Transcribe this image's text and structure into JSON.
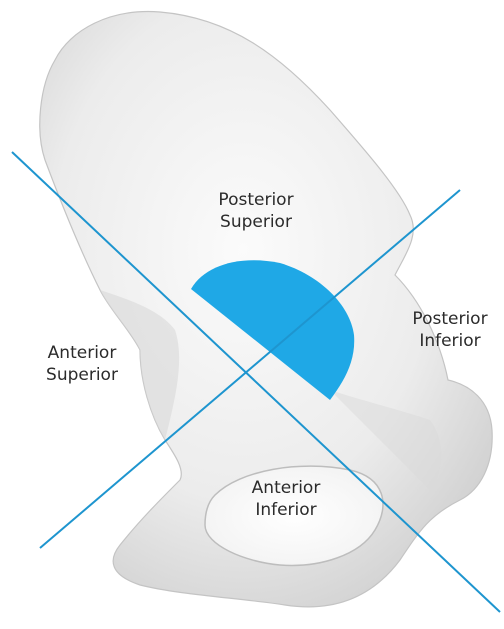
{
  "labels": {
    "posterior_superior": [
      "Posterior",
      "Superior"
    ],
    "anterior_superior": [
      "Anterior",
      "Superior"
    ],
    "posterior_inferior": [
      "Posterior",
      "Inferior"
    ],
    "anterior_inferior": [
      "Anterior",
      "Inferior"
    ]
  },
  "colors": {
    "bone": "#efefef",
    "bone_shadow": "#cfcfcf",
    "acetabulum_highlight": "#1fa8e6",
    "axis_lines": "#1e95cf",
    "label_text": "#2b2b2b"
  }
}
